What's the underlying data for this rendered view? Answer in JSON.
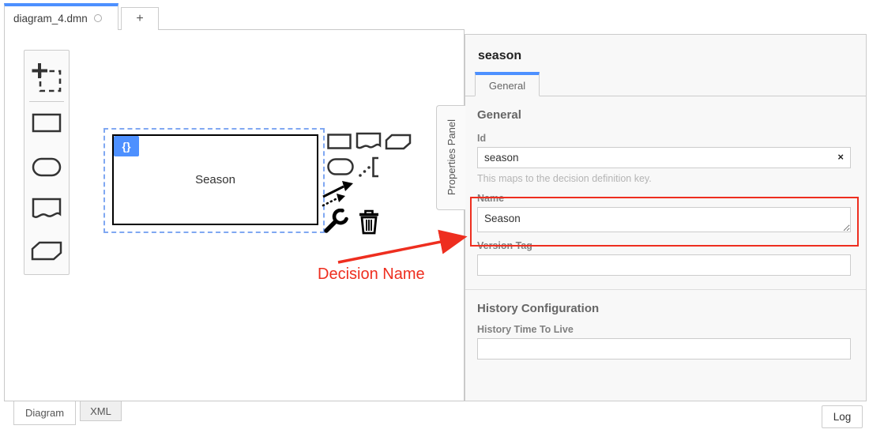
{
  "colors": {
    "accent": "#4d90ff",
    "selection": "#80a8f2",
    "annotation_red": "#ee2e1f"
  },
  "tab_bar": {
    "file_tab": "diagram_4.dmn",
    "new_tab": "+"
  },
  "palette": {
    "icons": [
      "lasso-tool-icon",
      "decision-icon",
      "input-data-icon",
      "knowledge-source-icon",
      "business-knowledge-model-icon"
    ]
  },
  "canvas": {
    "decision_label": "Season",
    "decision_badge": "{}"
  },
  "context_pad": {
    "icons": [
      "decision-icon",
      "knowledge-source-icon",
      "business-knowledge-model-icon",
      "input-data-icon",
      "text-annotation-icon",
      "connect-icon",
      "wrench-icon",
      "trash-icon"
    ]
  },
  "properties": {
    "side_tab": "Properties Panel",
    "title": "season",
    "active_tab": "General",
    "section_general": "General",
    "id_label": "Id",
    "id_value": "season",
    "id_clear": "×",
    "id_help": "This maps to the decision definition key.",
    "name_label": "Name",
    "name_value": "Season",
    "version_label": "Version Tag",
    "version_value": "",
    "section_history": "History Configuration",
    "ttl_label": "History Time To Live",
    "ttl_value": ""
  },
  "annotation": {
    "text": "Decision Name"
  },
  "bottom": {
    "diagram_tab": "Diagram",
    "xml_tab": "XML",
    "log_button": "Log"
  }
}
